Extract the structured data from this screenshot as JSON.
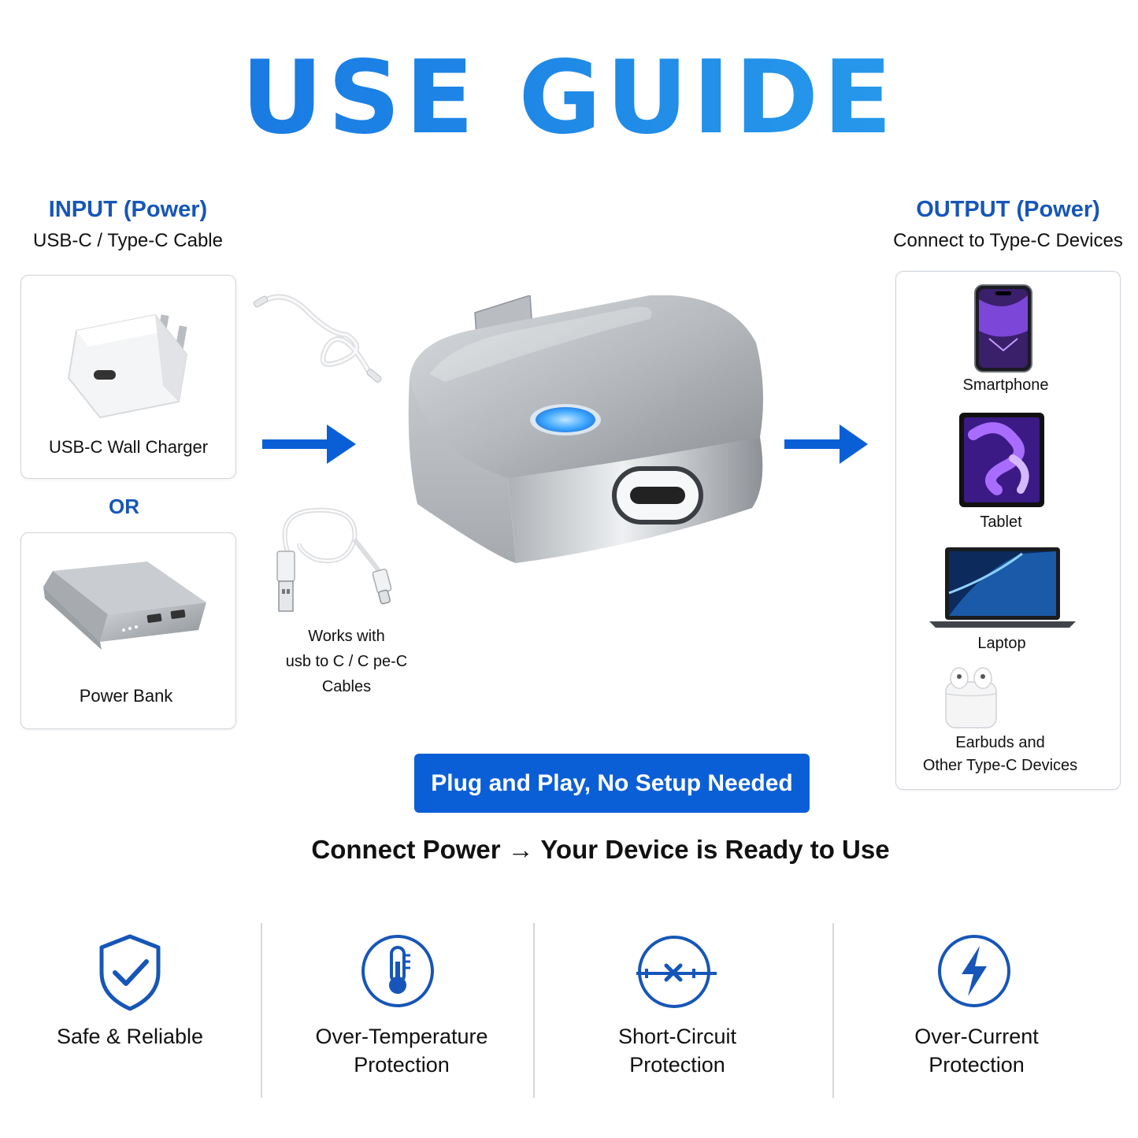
{
  "title": "USE GUIDE",
  "input": {
    "heading": "INPUT (Power)",
    "subheading": "USB-C / Type-C Cable",
    "wall_charger_label": "USB-C Wall Charger",
    "or_label": "OR",
    "power_bank_label": "Power Bank"
  },
  "cables": {
    "line1": "Works with",
    "line2": "usb to C / C pe-C",
    "line3": "Cables"
  },
  "output": {
    "heading": "OUTPUT (Power)",
    "subheading": "Connect to Type-C Devices",
    "devices": [
      {
        "label": "Smartphone"
      },
      {
        "label": "Tablet"
      },
      {
        "label": "Laptop"
      },
      {
        "label_line1": "Earbuds and",
        "label_line2": "Other Type-C Devices"
      }
    ]
  },
  "plug_and_play": "Plug and Play, No Setup Needed",
  "tagline": "Connect Power → Your Device is Ready to Use",
  "features": [
    {
      "line1": "Safe & Reliable",
      "line2": "",
      "icon": "shield-check-icon"
    },
    {
      "line1": "Over-Temperature",
      "line2": "Protection",
      "icon": "thermometer-icon"
    },
    {
      "line1": "Short-Circuit",
      "line2": "Protection",
      "icon": "short-circuit-icon"
    },
    {
      "line1": "Over-Current",
      "line2": "Protection",
      "icon": "lightning-icon"
    }
  ],
  "colors": {
    "title_blue": "#1a8be8",
    "heading_blue": "#1656b8",
    "arrow_blue": "#0b5fd6",
    "pill_blue": "#0b5fd6",
    "icon_blue": "#1656b8"
  }
}
